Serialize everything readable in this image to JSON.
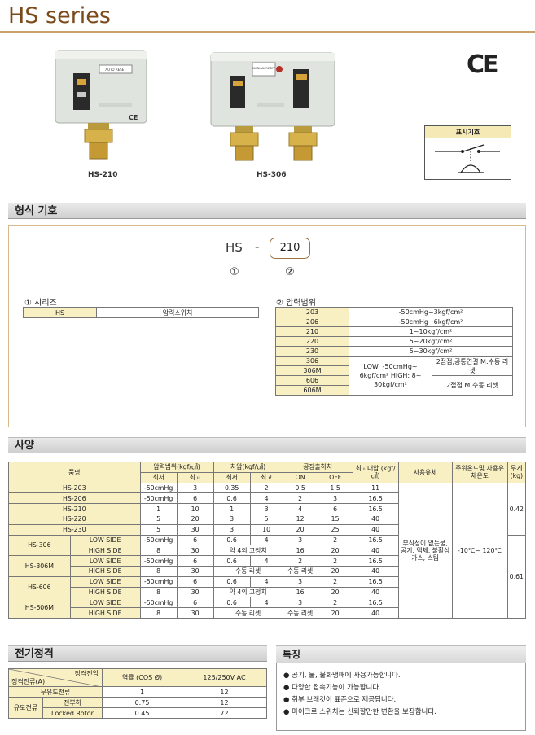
{
  "title": "HS series",
  "products": [
    {
      "caption": "HS-210",
      "panel_label": "AUTO RESET"
    },
    {
      "caption": "HS-306",
      "panel_label": "MANUAL RESET"
    }
  ],
  "ce_mark": "CE",
  "symbol_label": "표시기호",
  "model_section": {
    "heading": "형식 기호",
    "code_prefix": "HS",
    "code_dash": "-",
    "code_value": "210",
    "marker1": "①",
    "marker2": "②",
    "series_label": "① 시리즈",
    "series_table": [
      [
        "HS",
        "압력스위치"
      ]
    ],
    "range_label": "② 압력범위",
    "range_rows": [
      [
        "203",
        "-50cmHg~3kgf/cm²"
      ],
      [
        "206",
        "-50cmHg~6kgf/cm²"
      ],
      [
        "210",
        "1~10kgf/cm²"
      ],
      [
        "220",
        "5~20kgf/cm²"
      ],
      [
        "230",
        "5~30kgf/cm²"
      ]
    ],
    "range_dual": {
      "codes": [
        "306",
        "306M",
        "606",
        "606M"
      ],
      "pressure": "LOW: -50cmHg~ 6kgf/cm² HIGH: 8~ 30kgf/cm²",
      "notes": [
        "2접점,공통연결 M:수동 리셋",
        "2접점 M:수동 리셋"
      ]
    }
  },
  "spec_section": {
    "heading": "사양",
    "headers": {
      "model": "품명",
      "range": "압력범위(kgf/㎠)",
      "diff": "차압(kgf/㎠)",
      "factory": "공장출하치",
      "max_pressure": "최고내압 (kgf/㎠)",
      "fluid": "사용유체",
      "temp": "주위온도및 사용유체온도",
      "weight": "무게 (kg)",
      "min": "최저",
      "max": "최고",
      "on": "ON",
      "off": "OFF"
    },
    "single_rows": [
      [
        "HS-203",
        "-50cmHg",
        "3",
        "0.35",
        "2",
        "0.5",
        "1.5",
        "11"
      ],
      [
        "HS-206",
        "-50cmHg",
        "6",
        "0.6",
        "4",
        "2",
        "3",
        "16.5"
      ],
      [
        "HS-210",
        "1",
        "10",
        "1",
        "3",
        "4",
        "6",
        "16.5"
      ],
      [
        "HS-220",
        "5",
        "20",
        "3",
        "5",
        "12",
        "15",
        "40"
      ],
      [
        "HS-230",
        "5",
        "30",
        "3",
        "10",
        "20",
        "25",
        "40"
      ]
    ],
    "dual_models": [
      {
        "name": "HS-306",
        "low": [
          "LOW SIDE",
          "-50cmHg",
          "6",
          "0.6",
          "4",
          "3",
          "2",
          "16.5"
        ],
        "high": [
          "HIGH SIDE",
          "8",
          "30",
          "약 4의 고정치",
          "16",
          "20",
          "40"
        ]
      },
      {
        "name": "HS-306M",
        "low": [
          "LOW SIDE",
          "-50cmHg",
          "6",
          "0.6",
          "4",
          "2",
          "2",
          "16.5"
        ],
        "high": [
          "HIGH SIDE",
          "8",
          "30",
          "수동 리셋",
          "수동 리셋",
          "20",
          "40"
        ]
      },
      {
        "name": "HS-606",
        "low": [
          "LOW SIDE",
          "-50cmHg",
          "6",
          "0.6",
          "4",
          "3",
          "2",
          "16.5"
        ],
        "high": [
          "HIGH SIDE",
          "8",
          "30",
          "약 4의 고정치",
          "16",
          "20",
          "40"
        ]
      },
      {
        "name": "HS-606M",
        "low": [
          "LOW SIDE",
          "-50cmHg",
          "6",
          "0.6",
          "4",
          "3",
          "2",
          "16.5"
        ],
        "high": [
          "HIGH SIDE",
          "8",
          "30",
          "수동 리셋",
          "수동 리셋",
          "20",
          "40"
        ]
      }
    ],
    "fluid": "부식성이 없는물, 공기, 액체, 불활성 가스, 스팀",
    "temp": "-10℃~ 120℃",
    "weight_single": "0.42",
    "weight_dual": "0.61"
  },
  "elec_section": {
    "heading": "전기정격",
    "header_current": "정격전류(A)",
    "header_voltage": "정격전압",
    "header_pf": "역률 (COS Ø)",
    "header_ac": "125/250V AC",
    "rows": {
      "resistive": [
        "무유도전류",
        "1",
        "12"
      ],
      "inductive_label": "유도전류",
      "full_load": [
        "전부하",
        "0.75",
        "12"
      ],
      "locked": [
        "Locked Rotor",
        "0.45",
        "72"
      ]
    }
  },
  "feature_section": {
    "heading": "특징",
    "items": [
      "● 공기, 물, 불화냉매에 사용가능합니다.",
      "● 다양한 접속기능이 가능합니다.",
      "● 취부 브래킷이 표준으로 제공됩니다.",
      "● 마이크로 스위치는 신뢰할만한 변환을 보장합니다."
    ]
  }
}
